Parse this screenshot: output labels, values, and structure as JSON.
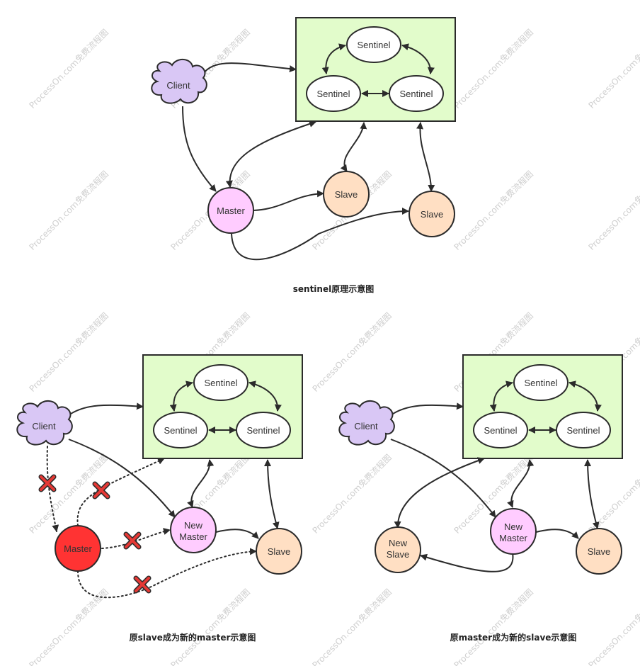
{
  "watermark": "ProcessOn.com免费流程图",
  "colors": {
    "sentinel_box": "#e2fccb",
    "client": "#d9c7f5",
    "master": "#ffccff",
    "failed_master": "#ff3333",
    "slave": "#ffdfc3",
    "sentinel": "#ffffff",
    "cross": "#e53935"
  },
  "diagram1": {
    "caption": "sentinel原理示意图",
    "client": "Client",
    "sentinel_top": "Sentinel",
    "sentinel_left": "Sentinel",
    "sentinel_right": "Sentinel",
    "master": "Master",
    "slave_1": "Slave",
    "slave_2": "Slave"
  },
  "diagram2": {
    "caption": "原slave成为新的master示意图",
    "client": "Client",
    "sentinel_top": "Sentinel",
    "sentinel_left": "Sentinel",
    "sentinel_right": "Sentinel",
    "old_master": "Master",
    "new_master_line1": "New",
    "new_master_line2": "Master",
    "slave": "Slave"
  },
  "diagram3": {
    "caption": "原master成为新的slave示意图",
    "client": "Client",
    "sentinel_top": "Sentinel",
    "sentinel_left": "Sentinel",
    "sentinel_right": "Sentinel",
    "new_slave_line1": "New",
    "new_slave_line2": "Slave",
    "new_master_line1": "New",
    "new_master_line2": "Master",
    "slave": "Slave"
  }
}
